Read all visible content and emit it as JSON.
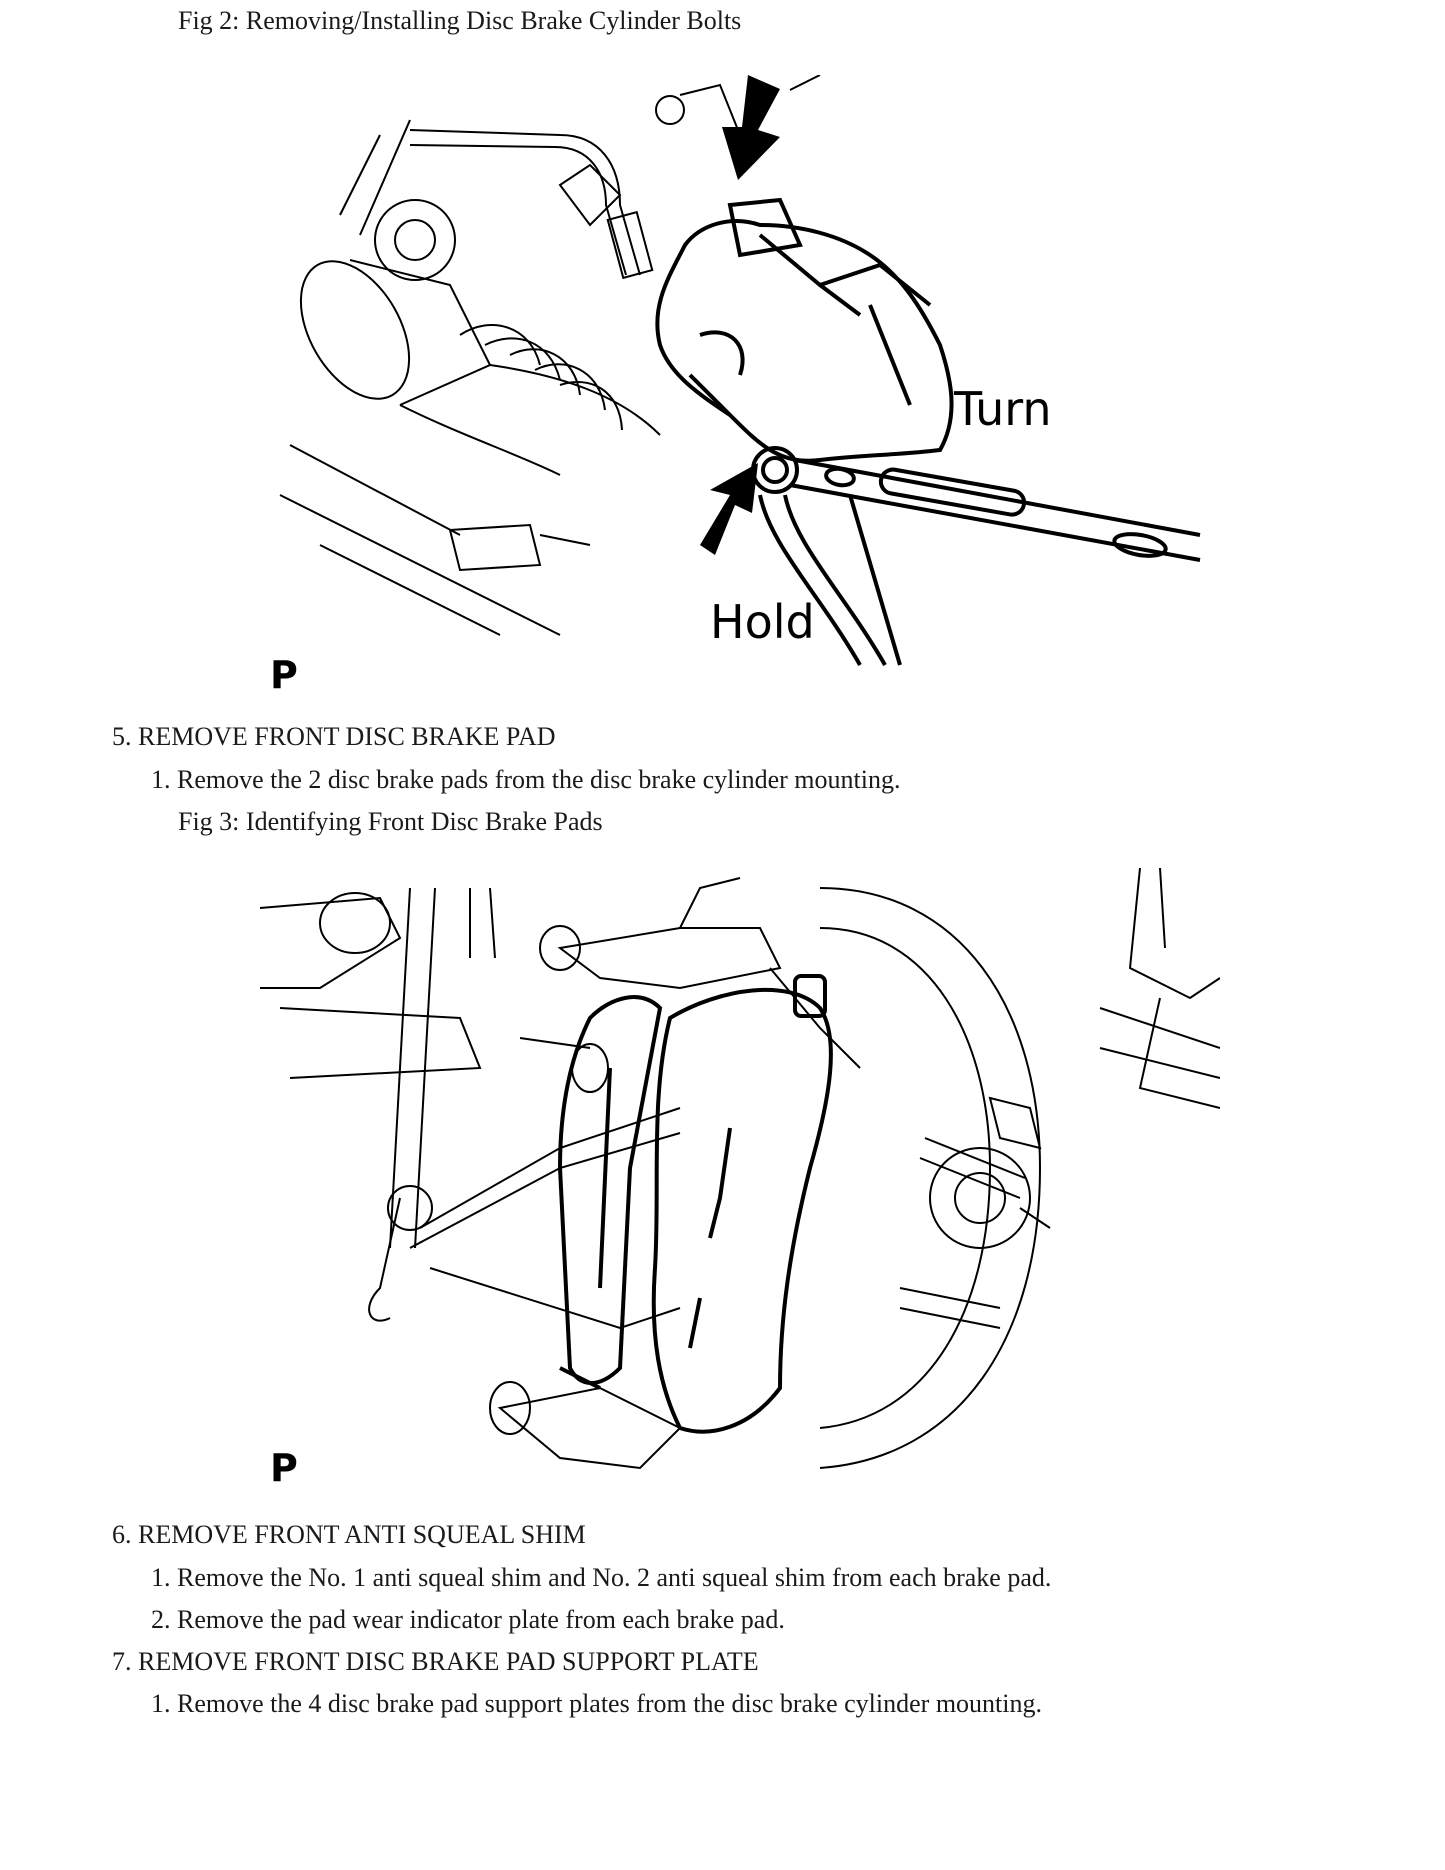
{
  "fig2": {
    "caption": "Fig 2: Removing/Installing Disc Brake Cylinder Bolts",
    "labels": {
      "turn": "Turn",
      "hold": "Hold",
      "corner_mark": "P"
    }
  },
  "step5": {
    "heading": "5. REMOVE FRONT DISC BRAKE PAD",
    "items": [
      "1. Remove the 2 disc brake pads from the disc brake cylinder mounting."
    ]
  },
  "fig3": {
    "caption": "Fig 3: Identifying Front Disc Brake Pads",
    "labels": {
      "corner_mark": "P"
    }
  },
  "step6": {
    "heading": "6. REMOVE FRONT ANTI SQUEAL SHIM",
    "items": [
      "1. Remove the No. 1 anti squeal shim and No. 2 anti squeal shim from each brake pad.",
      "2. Remove the pad wear indicator plate from each brake pad."
    ]
  },
  "step7": {
    "heading": "7. REMOVE FRONT DISC BRAKE PAD SUPPORT PLATE",
    "items": [
      "1. Remove the 4 disc brake pad support plates from the disc brake cylinder mounting."
    ]
  }
}
